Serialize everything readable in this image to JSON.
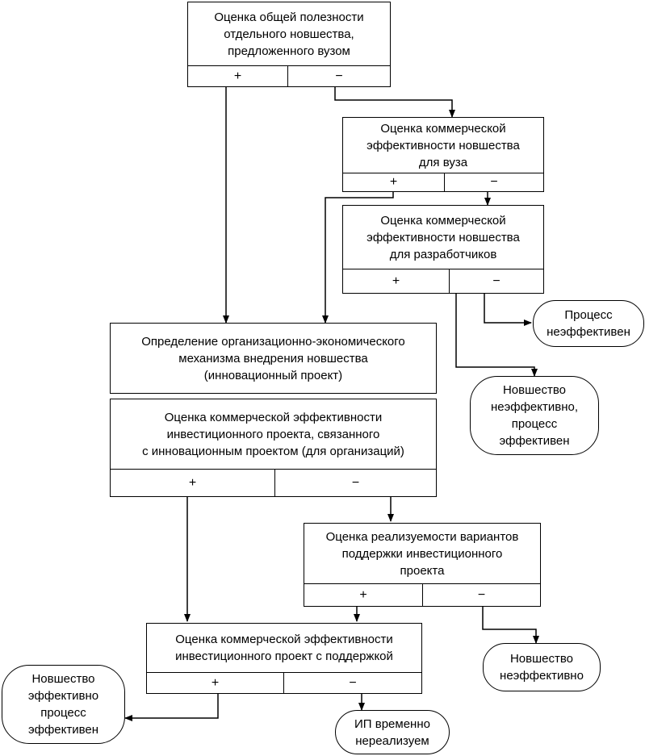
{
  "boxes": {
    "b1": {
      "text": [
        "Оценка общей полезности",
        "отдельного новшества,",
        "предложенного вузом"
      ],
      "plus": "+",
      "minus": "−"
    },
    "b2": {
      "text": [
        "Оценка коммерческой",
        "эффективности новшества",
        "для вуза"
      ],
      "plus": "+",
      "minus": "−"
    },
    "b3": {
      "text": [
        "Оценка коммерческой",
        "эффективности новшества",
        "для разработчиков"
      ],
      "plus": "+",
      "minus": "−"
    },
    "b4": {
      "text": [
        "Определение организационно-экономического",
        "механизма внедрения новшества",
        "(инновационный проект)"
      ]
    },
    "b5": {
      "text": [
        "Оценка коммерческой эффективности",
        "инвестиционного проекта, связанного",
        "с инновационным проектом (для организаций)"
      ],
      "plus": "+",
      "minus": "−"
    },
    "b6": {
      "text": [
        "Оценка реализуемости вариантов",
        "поддержки инвестиционного",
        "проекта"
      ],
      "plus": "+",
      "minus": "−"
    },
    "b7": {
      "text": [
        "Оценка коммерческой эффективности",
        "инвестиционного проект с поддержкой"
      ],
      "plus": "+",
      "minus": "−"
    }
  },
  "terminals": {
    "t1": [
      "Процесс",
      "неэффективен"
    ],
    "t2": [
      "Новшество",
      "неэффективно,",
      "процесс",
      "эффективен"
    ],
    "t3": [
      "Новшество",
      "неэффективно"
    ],
    "t4": [
      "Новшество",
      "эффективно",
      "процесс",
      "эффективен"
    ],
    "t5": [
      "ИП временно",
      "нереализуем"
    ]
  }
}
